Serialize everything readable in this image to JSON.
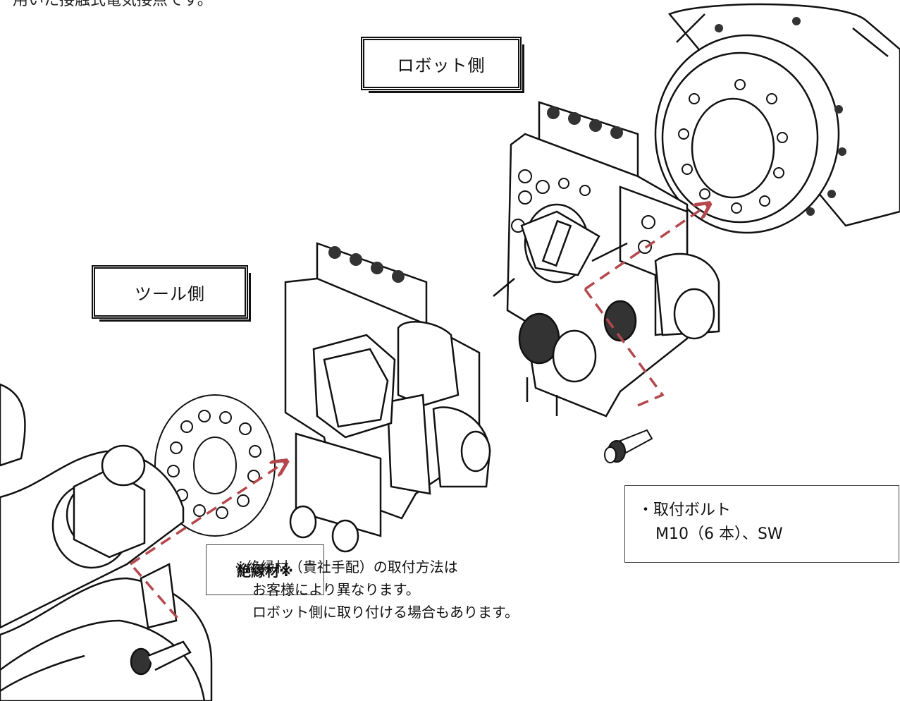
{
  "top_text": "用いた接触式電気接点です。",
  "labels": {
    "robot_side": "ロボット側",
    "tool_side": "ツール側",
    "insulator": "絶縁材※"
  },
  "bolt_info": {
    "line1": "・取付ボルト",
    "line2": "M10（6 本）、SW"
  },
  "note": {
    "line1": "※絶縁材（貴社手配）の取付方法は",
    "line2": "お客様により異なります。",
    "line3": "ロボット側に取り付ける場合もあります。"
  },
  "colors": {
    "arrow": "#b5484c",
    "line": "#111111"
  }
}
